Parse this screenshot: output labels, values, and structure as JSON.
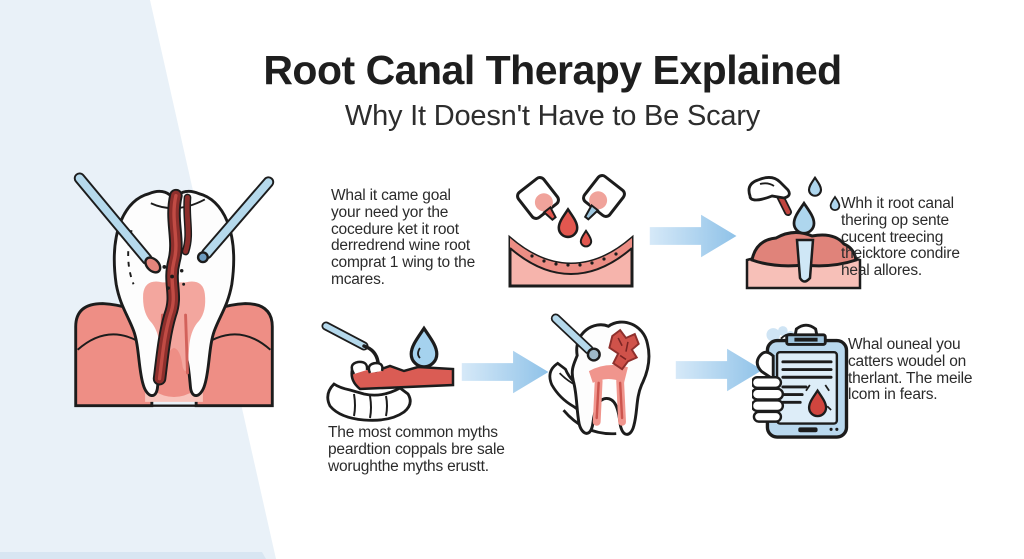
{
  "header": {
    "title": "Root Canal Therapy Explained",
    "subtitle": "Why It Doesn't Have to Be Scary"
  },
  "captions": {
    "step1": {
      "lines": [
        "Whal it came goal",
        "your need yor the",
        "cocedure ket it root",
        "derredrend wine root",
        "comprat 1 wing to the",
        "mcares."
      ]
    },
    "step2": {
      "lines": [
        "Whh it root canal",
        "thering op sente",
        "cucent treecing",
        "theicktore condire",
        "heal allores."
      ]
    },
    "myths": {
      "lines": [
        "The most common myths",
        "peardtion coppals bre sale",
        "worughthe myths erustt."
      ]
    },
    "step4": {
      "lines": [
        "Whal ouneal you",
        "catters woudel on",
        "therlant. The meile",
        "lcom in fears."
      ]
    }
  },
  "icons": {
    "main": "tooth-cross-section-with-dental-tools",
    "row1_left": "irrigation-bottles-over-gum",
    "row1_right": "rinse-drops-over-healing-socket",
    "row2_left": "dropper-applying-to-gum-strip",
    "row2_middle": "hand-cleaning-tooth-canal",
    "row2_right": "hand-holding-dental-chart",
    "arrow": "arrow-right"
  },
  "colors": {
    "background_band": "#e9f1f8",
    "title_text": "#1e1e1e",
    "caption_text": "#2b2b2b",
    "arrow_blue_light": "#cde4f5",
    "arrow_blue_dark": "#8fc2e8",
    "gum_salmon": "#ee8e85",
    "gum_light_pink": "#f7c0b8",
    "blood_red": "#d6504a",
    "infection_dark_red": "#8e2f2c",
    "water_blue": "#a9d4ee",
    "tool_blue": "#b5d9ec",
    "clipboard_blue": "#b9d8ee",
    "outline": "#1c1c1c"
  }
}
